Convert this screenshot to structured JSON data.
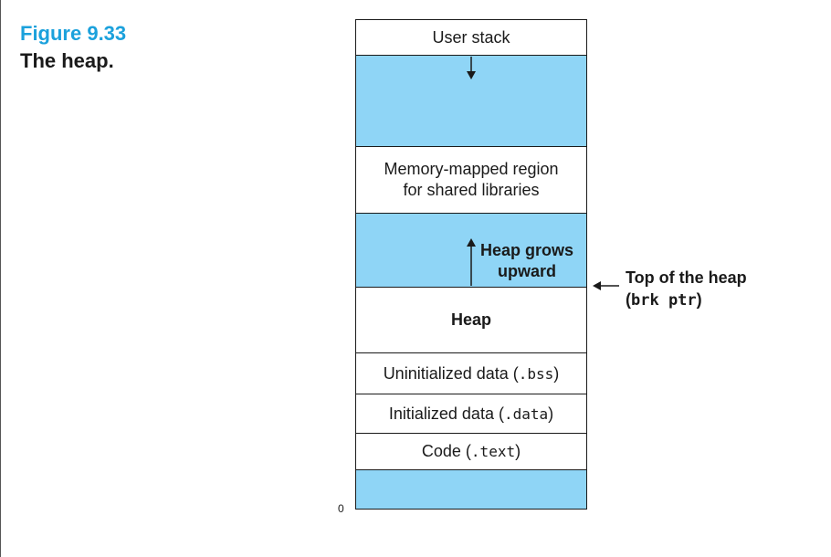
{
  "figure": {
    "number": "Figure 9.33",
    "title": "The heap."
  },
  "regions": [
    {
      "label": "User stack"
    },
    {
      "label": ""
    },
    {
      "label_line1": "Memory-mapped region",
      "label_line2": "for shared libraries"
    },
    {
      "label": ""
    },
    {
      "label": "Heap"
    },
    {
      "label": "Uninitialized data (",
      "code": ".bss",
      "suffix": ")"
    },
    {
      "label": "Initialized data (",
      "code": ".data",
      "suffix": ")"
    },
    {
      "label": "Code (",
      "code": ".text",
      "suffix": ")"
    },
    {
      "label": ""
    }
  ],
  "annotations": {
    "heap_grows_line1": "Heap grows",
    "heap_grows_line2": "upward",
    "top_of_heap_line1": "Top of the heap",
    "top_of_heap_paren_open": "(",
    "top_of_heap_code": "brk ptr",
    "top_of_heap_paren_close": ")",
    "bottom_address": "0"
  },
  "colors": {
    "figure_number": "#1ba1dc",
    "region_fill": "#8fd5f6"
  }
}
